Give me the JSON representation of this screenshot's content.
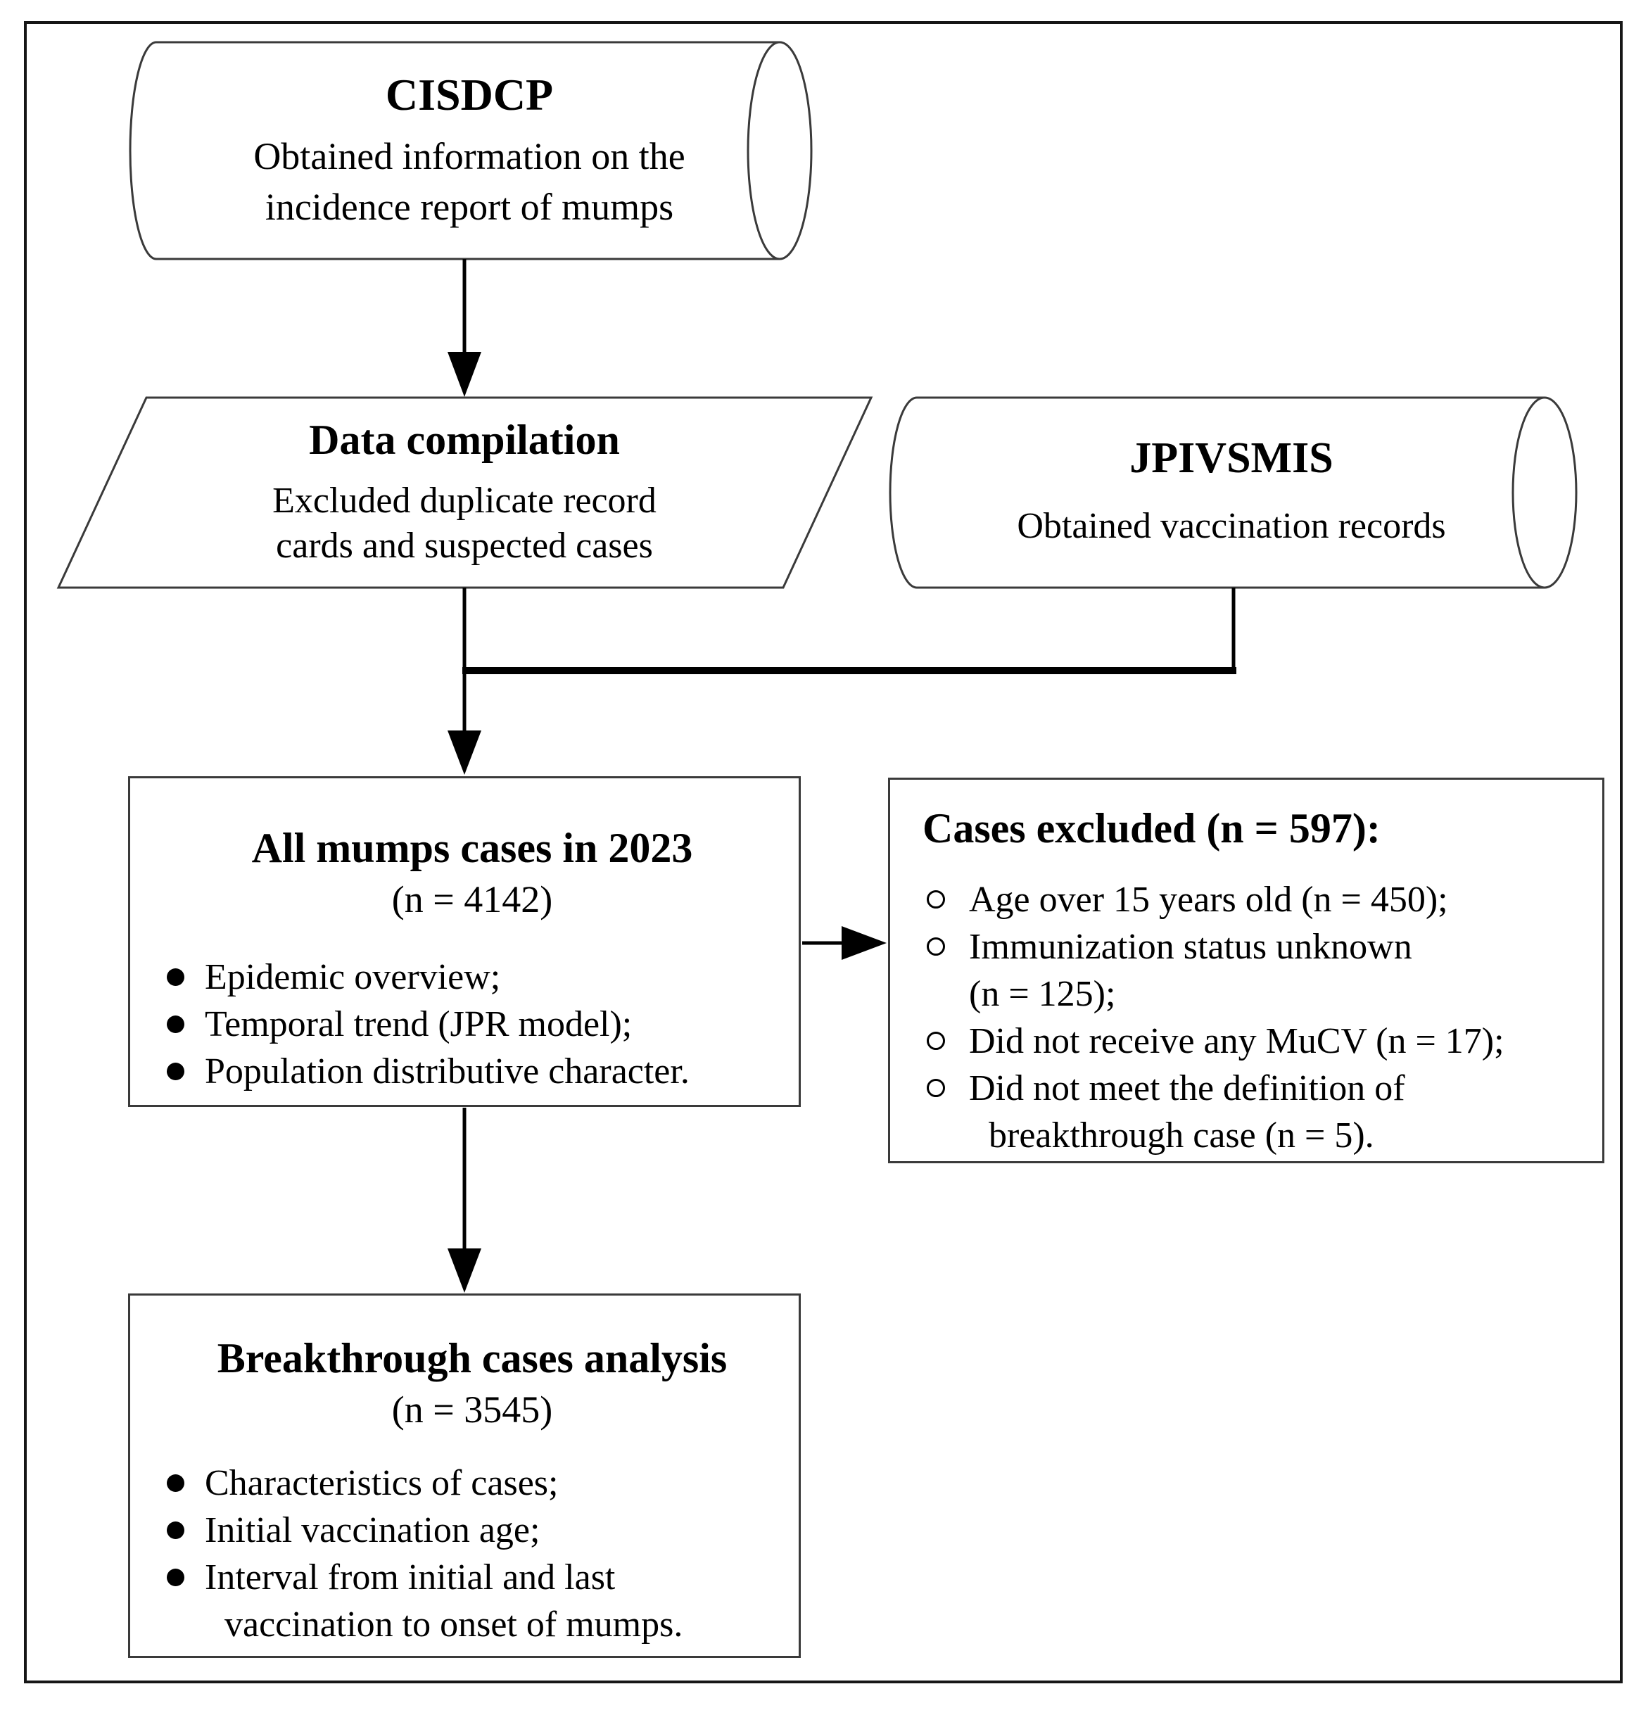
{
  "diagram": {
    "colors": {
      "background": "#ffffff",
      "text": "#000000",
      "shape_border": "#3a3a3a",
      "connector": "#000000",
      "outer_frame": "#161616"
    },
    "nodes": {
      "cisdcp": {
        "shape": "cylinder",
        "title": "CISDCP",
        "lines": [
          "Obtained information on the",
          "incidence report of mumps"
        ]
      },
      "data_compilation": {
        "shape": "parallelogram",
        "title": "Data compilation",
        "lines": [
          "Excluded duplicate record",
          "cards and suspected cases"
        ]
      },
      "jpivsmis": {
        "shape": "cylinder",
        "title": "JPIVSMIS",
        "lines": [
          "Obtained vaccination records"
        ]
      },
      "all_mumps": {
        "shape": "rectangle",
        "title": "All mumps cases in 2023",
        "count": "(n = 4142)",
        "bullet_style": "filled-dot",
        "bullets": [
          {
            "lines": [
              "Epidemic overview;"
            ]
          },
          {
            "lines": [
              "Temporal trend (JPR model);"
            ]
          },
          {
            "lines": [
              "Population distributive character."
            ]
          }
        ]
      },
      "cases_excluded": {
        "shape": "rectangle",
        "title": "Cases excluded (n = 597):",
        "bullet_style": "open-circle",
        "bullets": [
          {
            "lines": [
              "Age over 15 years old (n = 450);"
            ]
          },
          {
            "lines": [
              "Immunization status unknown",
              "(n = 125);"
            ]
          },
          {
            "lines": [
              "Did not receive any MuCV (n = 17);"
            ]
          },
          {
            "lines": [
              "Did not meet the definition of",
              "breakthrough case (n = 5)."
            ]
          }
        ]
      },
      "breakthrough": {
        "shape": "rectangle",
        "title": "Breakthrough cases analysis",
        "count": "(n = 3545)",
        "bullet_style": "filled-dot",
        "bullets": [
          {
            "lines": [
              "Characteristics of cases;"
            ]
          },
          {
            "lines": [
              "Initial vaccination age;"
            ]
          },
          {
            "lines": [
              "Interval from initial and last",
              "vaccination to onset of mumps."
            ]
          }
        ]
      }
    }
  }
}
